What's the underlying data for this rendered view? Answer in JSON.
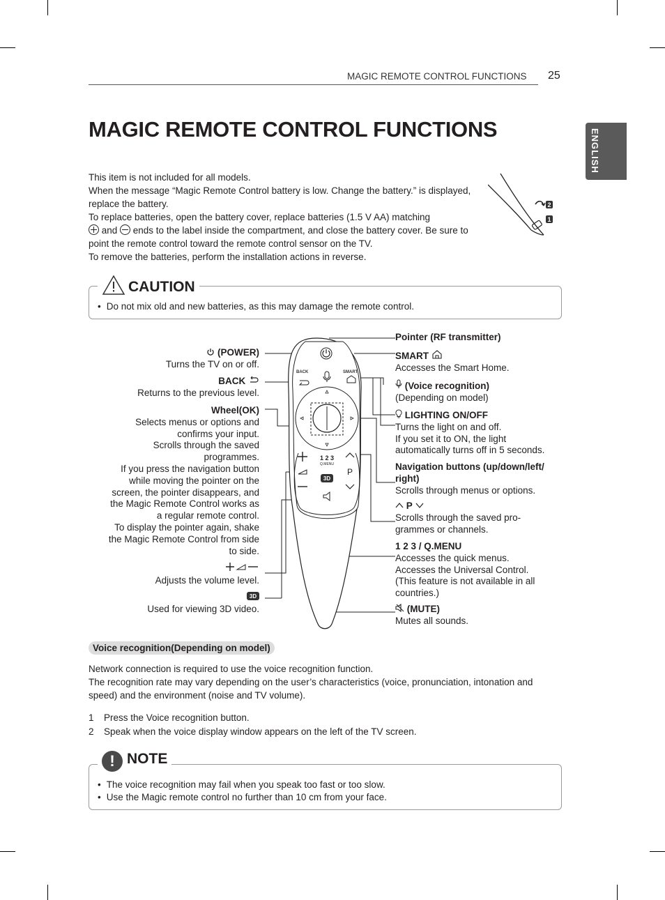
{
  "header": {
    "section": "MAGIC REMOTE CONTROL FUNCTIONS",
    "page_number": "25"
  },
  "side_tab": "ENGLISH",
  "title": "MAGIC REMOTE CONTROL FUNCTIONS",
  "intro": {
    "line1": "This item is not included for all models.",
    "line2": "When the message “Magic Remote Control battery is low. Change the battery.” is displayed, replace the battery.",
    "line3a": "To replace batteries, open the battery cover, replace batteries (1.5 V AA) matching",
    "line3b": " and ",
    "line3c": " ends to the label inside the compartment, and close the battery cover. Be sure to point the remote control toward the remote control sensor on the TV.",
    "line4": "To remove the batteries, perform the installation actions in reverse."
  },
  "battery_figure": {
    "step1": "1",
    "step2": "2"
  },
  "caution": {
    "title": "CAUTION",
    "items": [
      "Do not mix old and new batteries, as this may damage the remote control."
    ]
  },
  "remote": {
    "back_label": "BACK",
    "smart_label": "SMART",
    "qmenu_label": "Q.MENU",
    "digits_label": "1 2 3",
    "p_label": "P",
    "threed_label": "3D"
  },
  "left_labels": {
    "power_title": "(POWER)",
    "power_desc": "Turns the TV on or off.",
    "back_title": "BACK",
    "back_desc": "Returns to the previous level.",
    "wheel_title": "Wheel(OK)",
    "wheel_desc": [
      "Selects menus or options and",
      "confirms your input.",
      "Scrolls through the saved",
      "programmes.",
      "If you press the navigation button",
      "while moving the pointer on the",
      "screen, the pointer disappears, and",
      "the Magic Remote Control works as",
      "a regular remote control.",
      "To display the pointer again, shake",
      "the Magic Remote Control from side",
      "to side."
    ],
    "volume_desc": "Adjusts the volume level.",
    "threed_desc": "Used for viewing 3D video."
  },
  "right_labels": {
    "pointer_title": "Pointer (RF transmitter)",
    "smart_title": "SMART",
    "smart_desc": "Accesses the Smart Home.",
    "voice_title": "(Voice recognition)",
    "voice_desc": "(Depending on model)",
    "lighting_title": "LIGHTING ON/OFF",
    "lighting_desc": [
      "Turns the light on and off.",
      "If you set it to ON, the light",
      "automatically turns off in 5 seconds."
    ],
    "nav_title": [
      "Navigation buttons (up/down/left/",
      "right)"
    ],
    "nav_desc": "Scrolls through menus or options.",
    "p_title": "P",
    "p_desc": [
      "Scrolls through the saved pro-",
      "grammes or channels."
    ],
    "qmenu_title": "/ Q.MENU",
    "qmenu_desc": [
      "Accesses the quick menus.",
      "Accesses the Universal Control.",
      "(This feature is not available in all",
      "countries.)"
    ],
    "mute_title": "(MUTE)",
    "mute_desc": "Mutes all sounds."
  },
  "voice_section": {
    "title": "Voice recognition(Depending on model)",
    "para1": "Network connection is required to use the voice recognition function.",
    "para2": "The recognition rate may vary depending on the user’s characteristics (voice, pronunciation, intonation and speed) and the environment (noise and TV volume).",
    "steps": [
      {
        "n": "1",
        "text": "Press the Voice recognition button."
      },
      {
        "n": "2",
        "text": "Speak when the voice display window appears on the left of the TV screen."
      }
    ]
  },
  "note": {
    "title": "NOTE",
    "items": [
      "The voice recognition may fail when you speak too fast or too slow.",
      "Use the Magic remote control no further than 10 cm from your face."
    ]
  }
}
